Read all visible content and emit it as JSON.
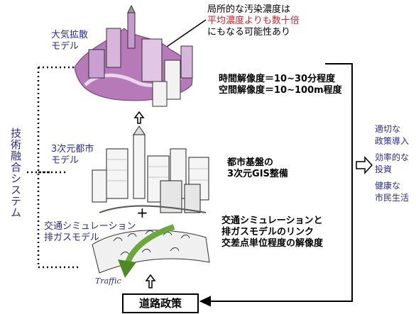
{
  "labels": {
    "vertical_system": "技術融合システム",
    "air_model": [
      "大気拡散",
      "モデル"
    ],
    "city_model": [
      "3次元都市",
      "モデル"
    ],
    "traffic_model": [
      "交通シミュレーション",
      "排ガスモデル"
    ],
    "pollution_note": {
      "line1": "局所的な汚染濃度は",
      "line2": "平均濃度よりも数十倍",
      "line3": "にもなる可能性あり"
    },
    "resolution": [
      "時間解像度＝10~30分程度",
      "空間解像度＝10~100m程度"
    ],
    "gis": [
      "都市基盤の",
      "3次元GIS整備"
    ],
    "link": [
      "交通シミュレーションと",
      "排ガスモデルのリンク",
      "交差点単位程度の解像度"
    ],
    "outcomes": [
      "適切な",
      "政策導入",
      "効率的な",
      "投資",
      "健康な",
      "市民生活"
    ],
    "plus": "+",
    "traffic": "Traffic",
    "policy": "道路政策"
  },
  "colors": {
    "blue_text": "#2a2aa0",
    "red_text": "#d2232a",
    "arrow_green": "#6aa83a"
  }
}
